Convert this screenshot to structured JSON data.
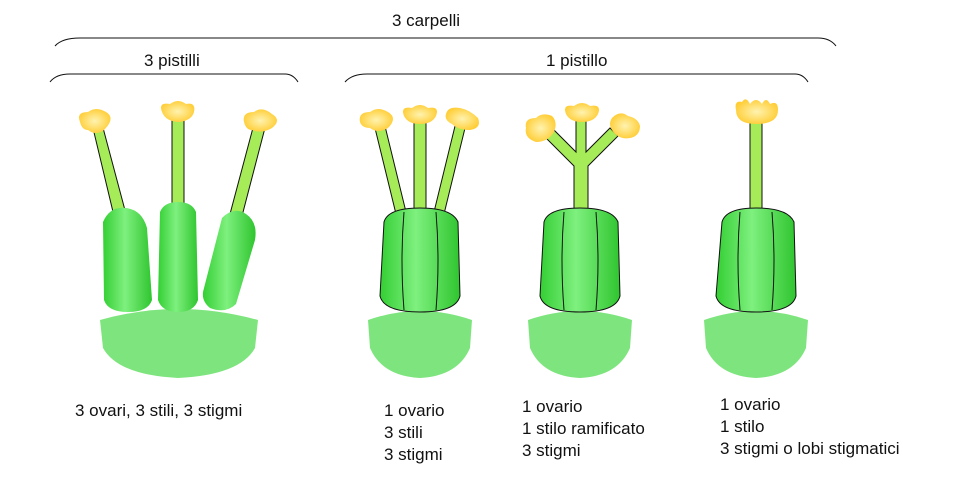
{
  "header": {
    "carpels_label": "3 carpelli",
    "pistils_label": "3 pistilli",
    "pistil_label": "1 pistillo"
  },
  "captions": {
    "apocarpous": "3 ovari, 3 stili, 3 stigmi",
    "syncarpous_free_styles": [
      "1 ovario",
      "3 stili",
      "3 stigmi"
    ],
    "syncarpous_branched_style": [
      "1 ovario",
      "1 stilo ramificato",
      "3 stigmi"
    ],
    "syncarpous_single_style": [
      "1 ovario",
      "1 stilo",
      "3 stigmi o lobi stigmatici"
    ]
  },
  "colors": {
    "receptacle": "#7ee57e",
    "ovary": "#3ed53e",
    "ovary_shade": "#7ef07e",
    "style": "#a6ec58",
    "stigma": "#ffd23a",
    "stigma_shade": "#ffee9a",
    "outline": "#111111"
  }
}
